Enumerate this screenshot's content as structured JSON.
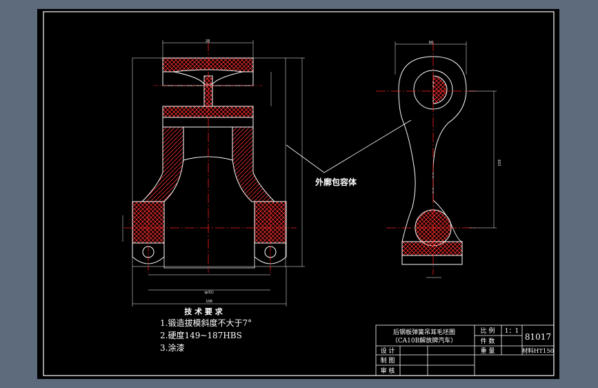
{
  "drawing": {
    "callout_label": "外廓包容体",
    "tech_req": {
      "heading": "技 术 要 求",
      "items": [
        "1.锻造拔模斜度不大于7°",
        "2.硬度149~187HBS",
        "3.涂漆"
      ]
    },
    "title_block": {
      "part_name": "后钢板弹簧吊耳毛坯图",
      "vehicle": "（CA10B解放牌汽车）",
      "scale_label": "比 例",
      "scale_value": "1：1",
      "count_label": "件 数",
      "weight_label": "重 量",
      "drawing_no": "81017",
      "design_label": "设 计",
      "draw_label": "制 图",
      "review_label": "审 核",
      "material": "材料HT150"
    },
    "dimensions": {
      "main_depth": "28",
      "total_width": "108",
      "bolt_spacing": "(φ32)",
      "side_height": "159",
      "side_width": "60"
    }
  },
  "colors": {
    "background": "#5d6b7c",
    "sheet": "#000000",
    "line": "#ffffff",
    "centerline": "#ff2020",
    "hatch": "#ff3030"
  }
}
